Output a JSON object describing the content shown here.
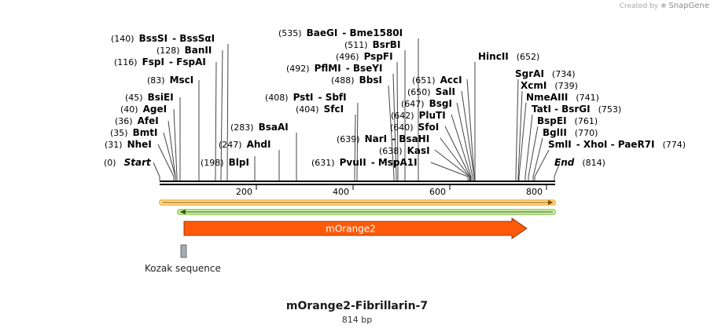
{
  "watermark": {
    "prefix": "Created by",
    "brand": "SnapGene"
  },
  "title": "mOrange2-Fibrillarin-7",
  "subtitle": "814 bp",
  "total_bp": 814,
  "ticks": [
    "200",
    "400",
    "600",
    "800"
  ],
  "features": {
    "morange2_label": "mOrange2",
    "morange2_color": "#ff5a0a",
    "kozak_label": "Kozak sequence",
    "top_strand_color": "#f0b030",
    "bottom_strand_color": "#8fd14f"
  },
  "sites": [
    {
      "pos": "(0)",
      "name": "Start",
      "sep": ""
    },
    {
      "pos": "(31)",
      "name": "NheI",
      "sep": ""
    },
    {
      "pos": "(35)",
      "name": "BmtI",
      "sep": ""
    },
    {
      "pos": "(36)",
      "name": "AfeI",
      "sep": ""
    },
    {
      "pos": "(40)",
      "name": "AgeI",
      "sep": ""
    },
    {
      "pos": "(45)",
      "name": "BsiEI",
      "sep": ""
    },
    {
      "pos": "(83)",
      "name": "MscI",
      "sep": ""
    },
    {
      "pos": "(116)",
      "name": "FspI",
      "sep": "- FspAI"
    },
    {
      "pos": "(128)",
      "name": "BanII",
      "sep": ""
    },
    {
      "pos": "(140)",
      "name": "BssSI",
      "sep": "- BssSαI"
    },
    {
      "pos": "(198)",
      "name": "BlpI",
      "sep": ""
    },
    {
      "pos": "(247)",
      "name": "AhdI",
      "sep": ""
    },
    {
      "pos": "(283)",
      "name": "BsaAI",
      "sep": ""
    },
    {
      "pos": "(404)",
      "name": "SfcI",
      "sep": ""
    },
    {
      "pos": "(408)",
      "name": "PstI",
      "sep": "- SbfI"
    },
    {
      "pos": "(488)",
      "name": "BbsI",
      "sep": ""
    },
    {
      "pos": "(492)",
      "name": "PflMI",
      "sep": "- BseYI"
    },
    {
      "pos": "(496)",
      "name": "PspFI",
      "sep": ""
    },
    {
      "pos": "(511)",
      "name": "BsrBI",
      "sep": ""
    },
    {
      "pos": "(535)",
      "name": "BaeGI",
      "sep": "- Bme1580I"
    },
    {
      "pos": "(631)",
      "name": "PvuII",
      "sep": "- MspA1I"
    },
    {
      "pos": "(638)",
      "name": "KasI",
      "sep": ""
    },
    {
      "pos": "(639)",
      "name": "NarI",
      "sep": "- BsaHI"
    },
    {
      "pos": "(640)",
      "name": "SfoI",
      "sep": ""
    },
    {
      "pos": "(642)",
      "name": "PluTI",
      "sep": ""
    },
    {
      "pos": "(647)",
      "name": "BsgI",
      "sep": ""
    },
    {
      "pos": "(650)",
      "name": "SalI",
      "sep": ""
    },
    {
      "pos": "(651)",
      "name": "AccI",
      "sep": ""
    },
    {
      "pos": "(652)",
      "name": "HincII",
      "sep": ""
    },
    {
      "pos": "(734)",
      "name": "SgrAI",
      "sep": ""
    },
    {
      "pos": "(739)",
      "name": "XcmI",
      "sep": ""
    },
    {
      "pos": "(741)",
      "name": "NmeAIII",
      "sep": ""
    },
    {
      "pos": "(753)",
      "name": "TatI",
      "sep": "- BsrGI"
    },
    {
      "pos": "(761)",
      "name": "BspEI",
      "sep": ""
    },
    {
      "pos": "(770)",
      "name": "BglII",
      "sep": ""
    },
    {
      "pos": "(774)",
      "name": "SmlI",
      "sep": "- XhoI  - PaeR7I"
    },
    {
      "pos": "(814)",
      "name": "End",
      "sep": ""
    }
  ]
}
